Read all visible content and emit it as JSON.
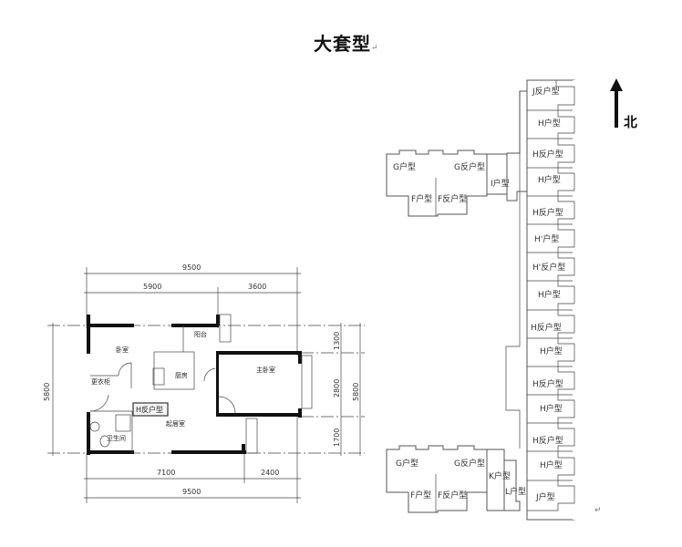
{
  "title": "大套型",
  "return_mark": "↵",
  "north_label": "北",
  "floor_plan": {
    "unit_badge": "H反户型",
    "rooms": {
      "bedroom": "卧室",
      "balcony": "阳台",
      "master_bedroom": "主卧室",
      "kitchen": "厨房",
      "wardrobe": "更衣柜",
      "living_room": "起居室",
      "bathroom": "卫生间"
    },
    "dimensions": {
      "top_total": "9500",
      "top_left": "5900",
      "top_right": "3600",
      "bottom_left": "7100",
      "bottom_right": "2400",
      "bottom_total": "9500",
      "left_total": "5800",
      "right_1": "1300",
      "right_2": "2800",
      "right_3": "1700",
      "right_total": "5800"
    }
  },
  "site_plan": {
    "top_cluster": [
      "G户型",
      "G反户型",
      "F户型",
      "F反户型",
      "I户型"
    ],
    "bottom_cluster": [
      "G户型",
      "G反户型",
      "F户型",
      "F反户型",
      "K户型",
      "L户型"
    ],
    "column": [
      "J反户型",
      "H户型",
      "H反户型",
      "H户型",
      "H反户型",
      "H'户型",
      "H'反户型",
      "H户型",
      "H反户型",
      "H户型",
      "H反户型",
      "H户型",
      "H反户型",
      "H户型",
      "J户型"
    ]
  }
}
